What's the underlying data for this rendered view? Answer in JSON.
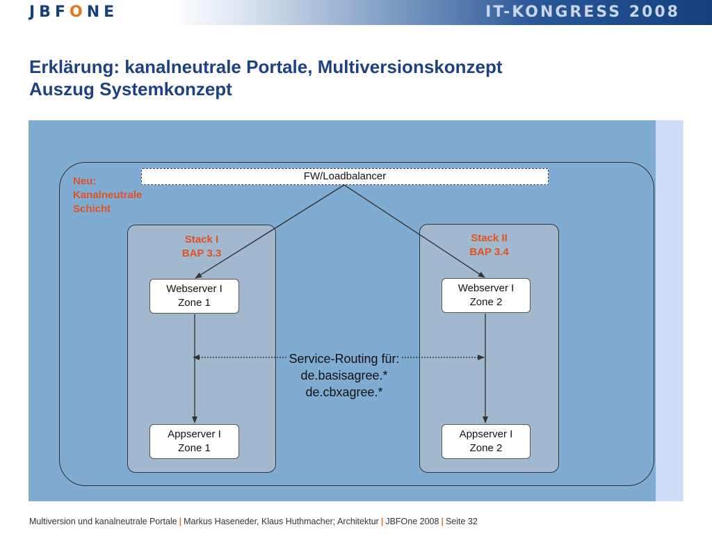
{
  "header": {
    "logo_text": "JBF",
    "logo_o": "O",
    "logo_end": "NE",
    "congress": "IT-KONGRESS 2008"
  },
  "title": {
    "line1": "Erklärung: kanalneutrale Portale, Multiversionskonzept",
    "line2": "Auszug Systemkonzept"
  },
  "diagram": {
    "layer_label": [
      "Neu:",
      "Kanalneutrale",
      "Schicht"
    ],
    "loadbalancer": "FW/Loadbalancer",
    "stack1": {
      "name": "Stack I",
      "version": "BAP 3.3"
    },
    "stack2": {
      "name": "Stack II",
      "version": "BAP 3.4"
    },
    "web1": [
      "Webserver I",
      "Zone 1"
    ],
    "web2": [
      "Webserver I",
      "Zone 2"
    ],
    "app1": [
      "Appserver I",
      "Zone 1"
    ],
    "app2": [
      "Appserver I",
      "Zone 2"
    ],
    "routing": [
      "Service-Routing für:",
      "de.basisagree.*",
      "de.cbxagree.*"
    ]
  },
  "footer": {
    "part1": "Multiversion und kanalneutrale Portale",
    "part2": "Markus Haseneder, Klaus Huthmacher; Architektur",
    "part3": "JBFOne 2008",
    "part4": "Seite 32",
    "separator": "|"
  },
  "colors": {
    "title": "#1c4282",
    "accent": "#e8731e",
    "panel": "#80abd3",
    "stack": "#a1b8cf",
    "label_red": "#e0521f"
  }
}
